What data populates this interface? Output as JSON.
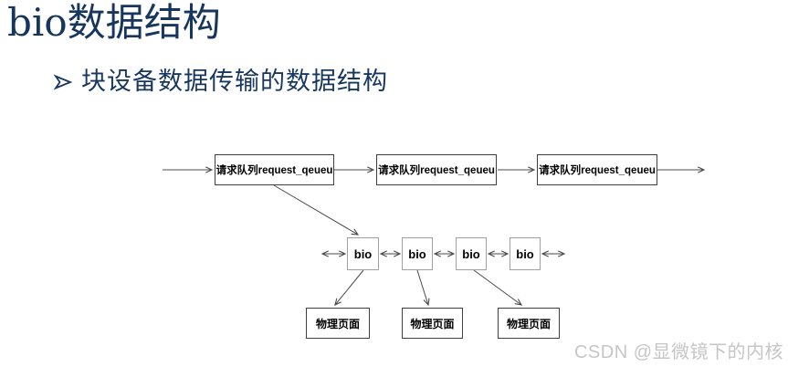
{
  "page": {
    "title": "bio数据结构",
    "bullet": {
      "marker_icon": "arrowhead-right",
      "text": "块设备数据传输的数据结构"
    }
  },
  "diagram": {
    "request_queue_boxes": [
      "请求队列request_qeueu",
      "请求队列request_qeueu",
      "请求队列request_qeueu"
    ],
    "bio_boxes": [
      "bio",
      "bio",
      "bio",
      "bio"
    ],
    "physical_page_boxes": [
      "物理页面",
      "物理页面",
      "物理页面"
    ]
  },
  "watermark": {
    "text": "CSDN @显微镜下的内核"
  },
  "colors": {
    "title_text": "#17365d",
    "bullet_text": "#17375e",
    "dark_box_border": "#3f3f3f",
    "bio_box_border": "#a0a0a0",
    "arrow": "#4a4a4a",
    "watermark_text": "#c6c6c6"
  }
}
